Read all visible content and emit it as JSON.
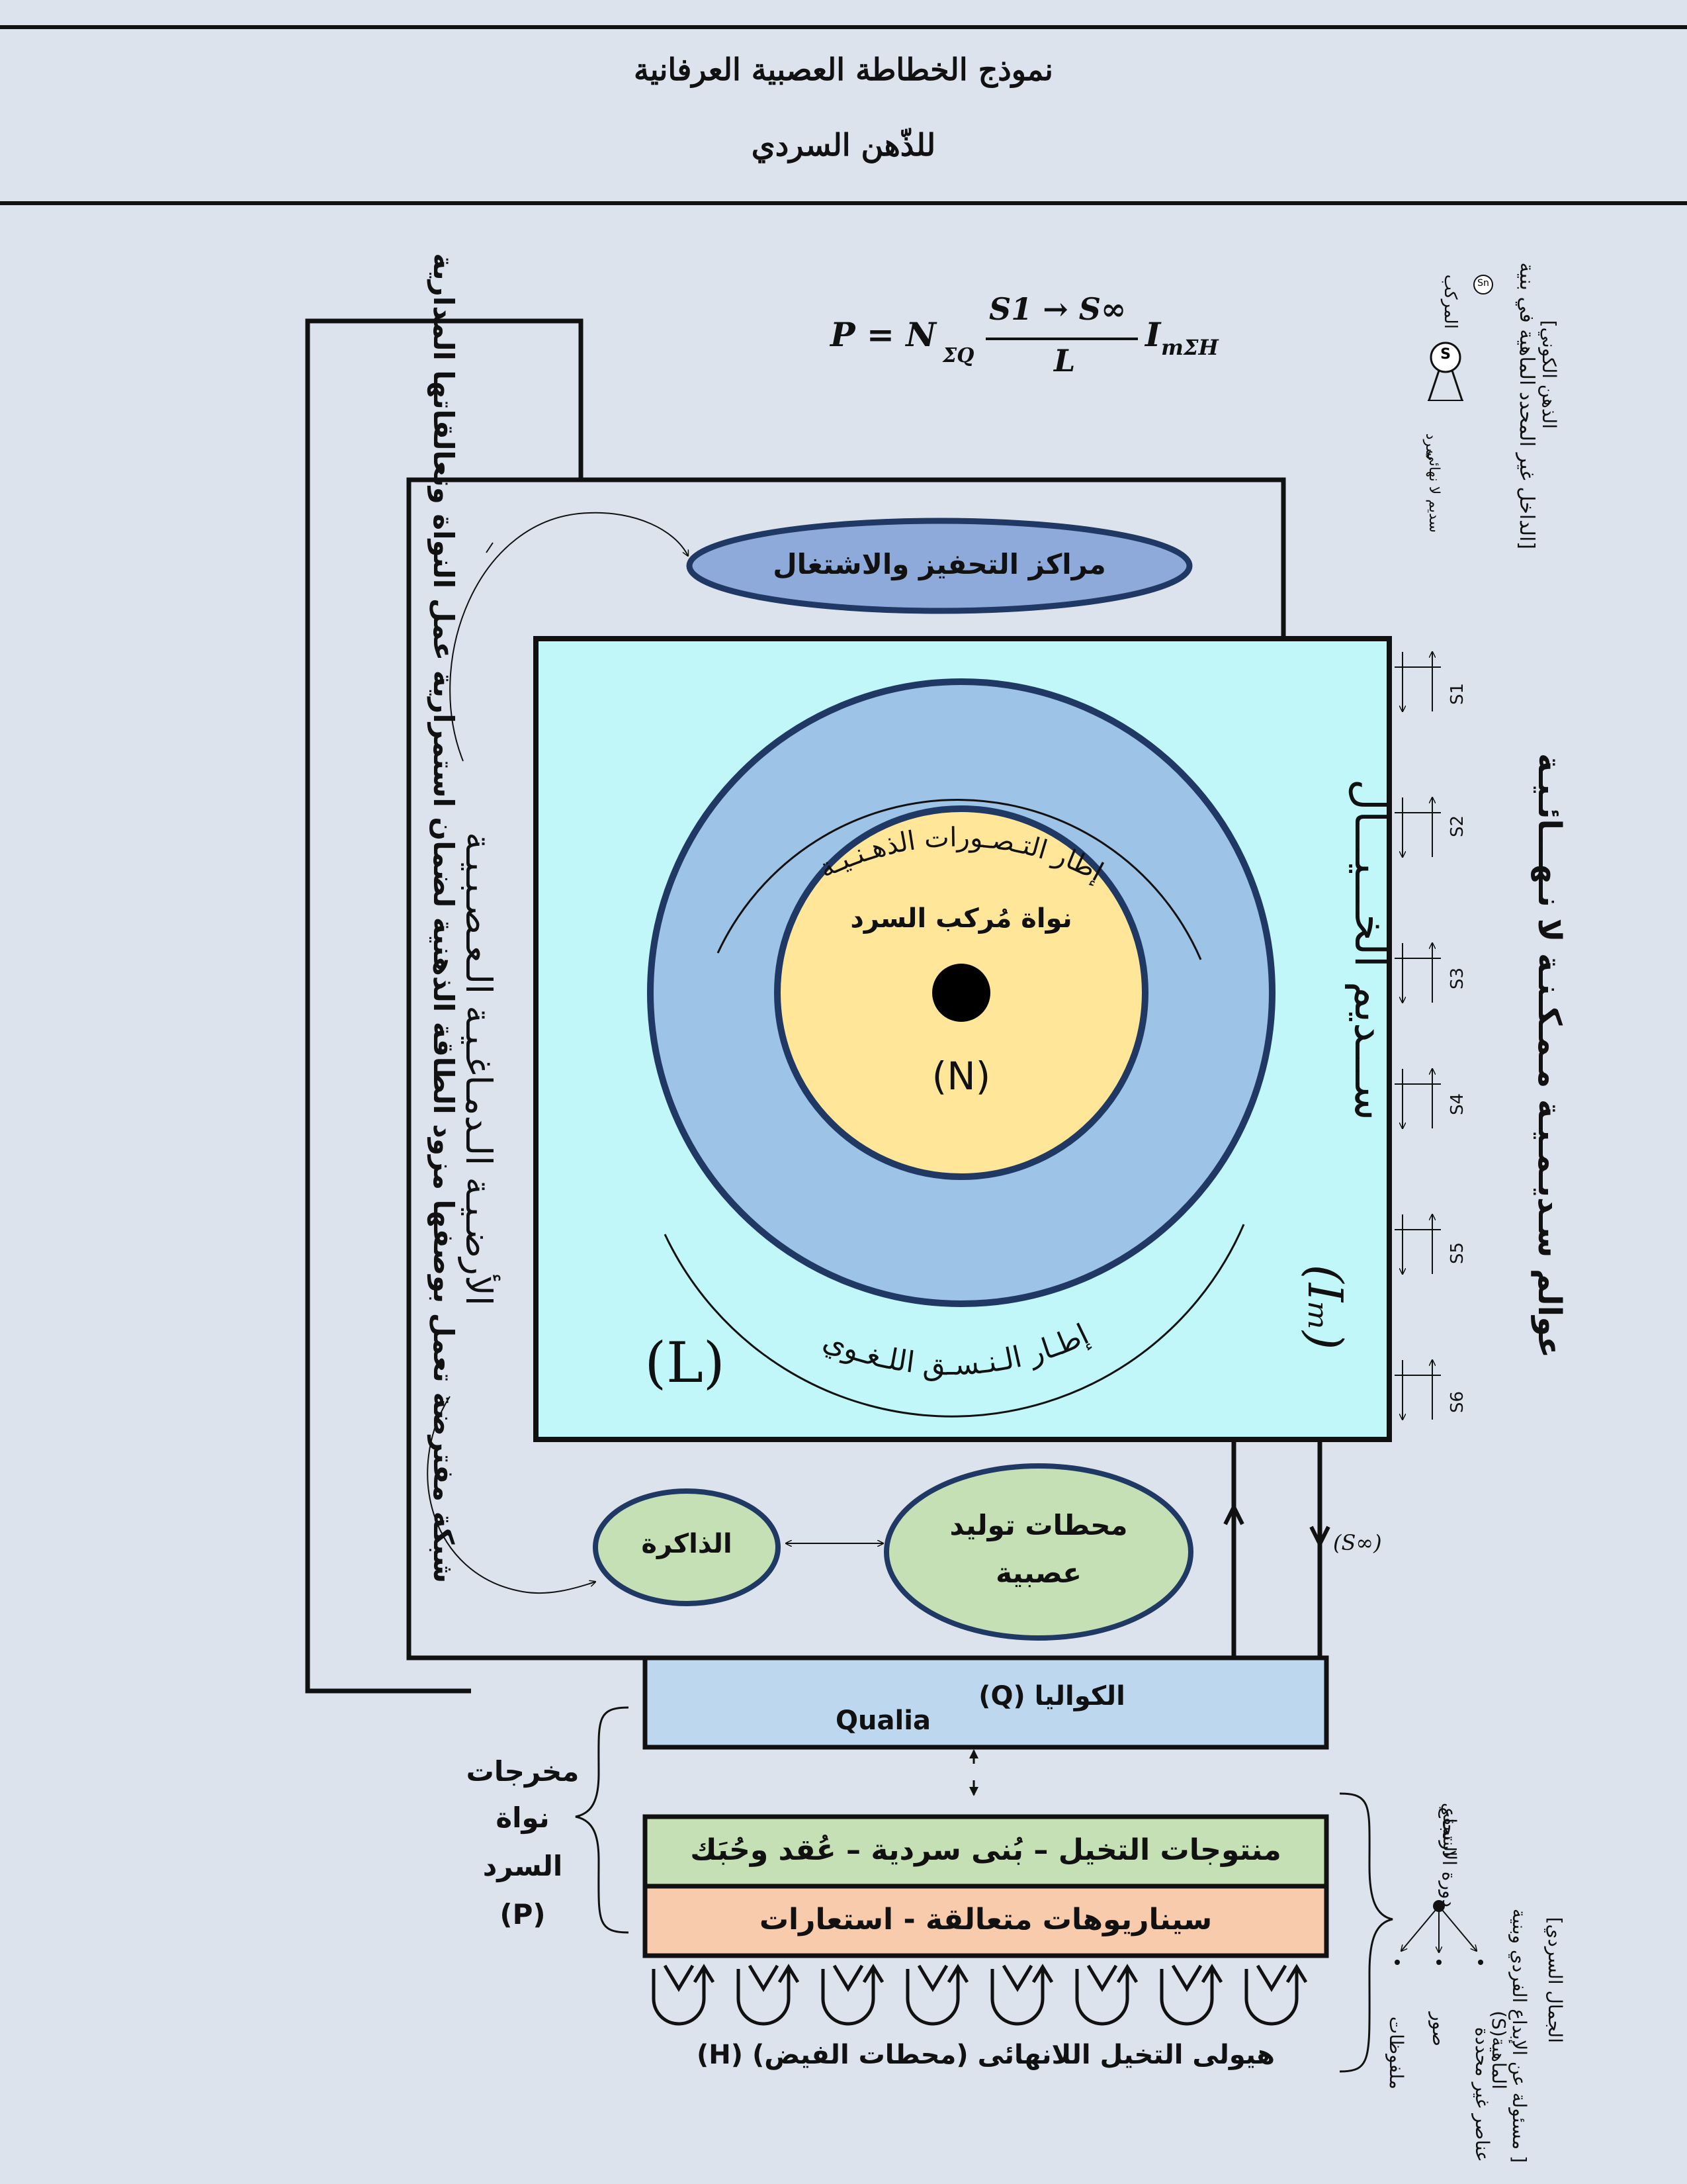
{
  "title": {
    "line1": "نموذج الخطاطة العصبية العرفانية",
    "line2": "للذّهن السردي"
  },
  "formula": {
    "lhs": "P = N",
    "lhs_sub": "ΣQ",
    "numerator": "S1 → S∞",
    "denominator": "L",
    "rhs": "I",
    "rhs_sub": "mΣH"
  },
  "legend": {
    "line1": "المركب",
    "line2": "سرد",
    "line3": "سديم لا نهائي",
    "node_s": "S",
    "node_sn": "Sn",
    "bracket_line1": "[الداخل غير المحدد الماهية في بنية",
    "bracket_line2": "الذهن الكوني]"
  },
  "left_network": "شبكة مفترضة تعمل بوصفها مزود الطاقة الذهنية لضمان استمرارية عمل النواة وتعالقاتها المدارية",
  "neural_ground": "الأرضـيـة الـدمـاغـيـة الـعـصـبـيـة",
  "motivation_centers": "مراكز التحفيز والاشتغال",
  "imagination_nebula": "ســـديم الخـــيـــال",
  "im_symbol": "(Iₘ)",
  "l_symbol": "(L)",
  "outer_ring_top": "إطار التـصـورات الذهـنـيـة",
  "outer_ring_bottom": "إطـار الـنـسـق اللـغـوي",
  "core": {
    "label": "نواة مُركب السرد",
    "symbol": "(N)"
  },
  "right_worlds": "عوالم سـديـمـيـة مـمـكـنـة لا نـهـــائـيـة",
  "s_labels": [
    "S1",
    "S2",
    "S3",
    "S4",
    "S5",
    "S6"
  ],
  "sinf_label": "(S∞)",
  "memory": "الذاكرة",
  "neural_stations": {
    "line1": "محطات توليد",
    "line2": "عصبية"
  },
  "qualia": {
    "ar": "الكواليا (Q)",
    "en": "Qualia"
  },
  "outputs": {
    "line1": "مخرجات",
    "line2": "نواة",
    "line3": "السرد",
    "line4": "(P)"
  },
  "products_bar": "منتوجات التخيل – بُنى سردية – عُقد وحُبَك",
  "scenarios_bar": "سيناريوهات متعالقة - استعارات",
  "hyle": "هيولى التخيل اللانهائى (محطات الفيض) (H)",
  "right_bottom": {
    "cycle": "دورة الارتجاع",
    "cycle2": "النسقي",
    "sub1": "ملفوظات",
    "sub2": "صور",
    "sub3": "عناصر غير محددة",
    "sub3b": "الماهية(S)",
    "bracket_line1": "[ مسئولة عن الإبداع الفردي وبنية",
    "bracket_line2": "الجمال السردي]"
  },
  "colors": {
    "background": "#dde3ec",
    "motivation": "#8eaadb",
    "nebula": "#c2f7f9",
    "outer_ring": "#9dc3e6",
    "core": "#ffe699",
    "green": "#c5e0b4",
    "qualia": "#bdd7ee",
    "peach": "#f8cbad",
    "dark": "#111111",
    "navy": "#1f3864"
  }
}
